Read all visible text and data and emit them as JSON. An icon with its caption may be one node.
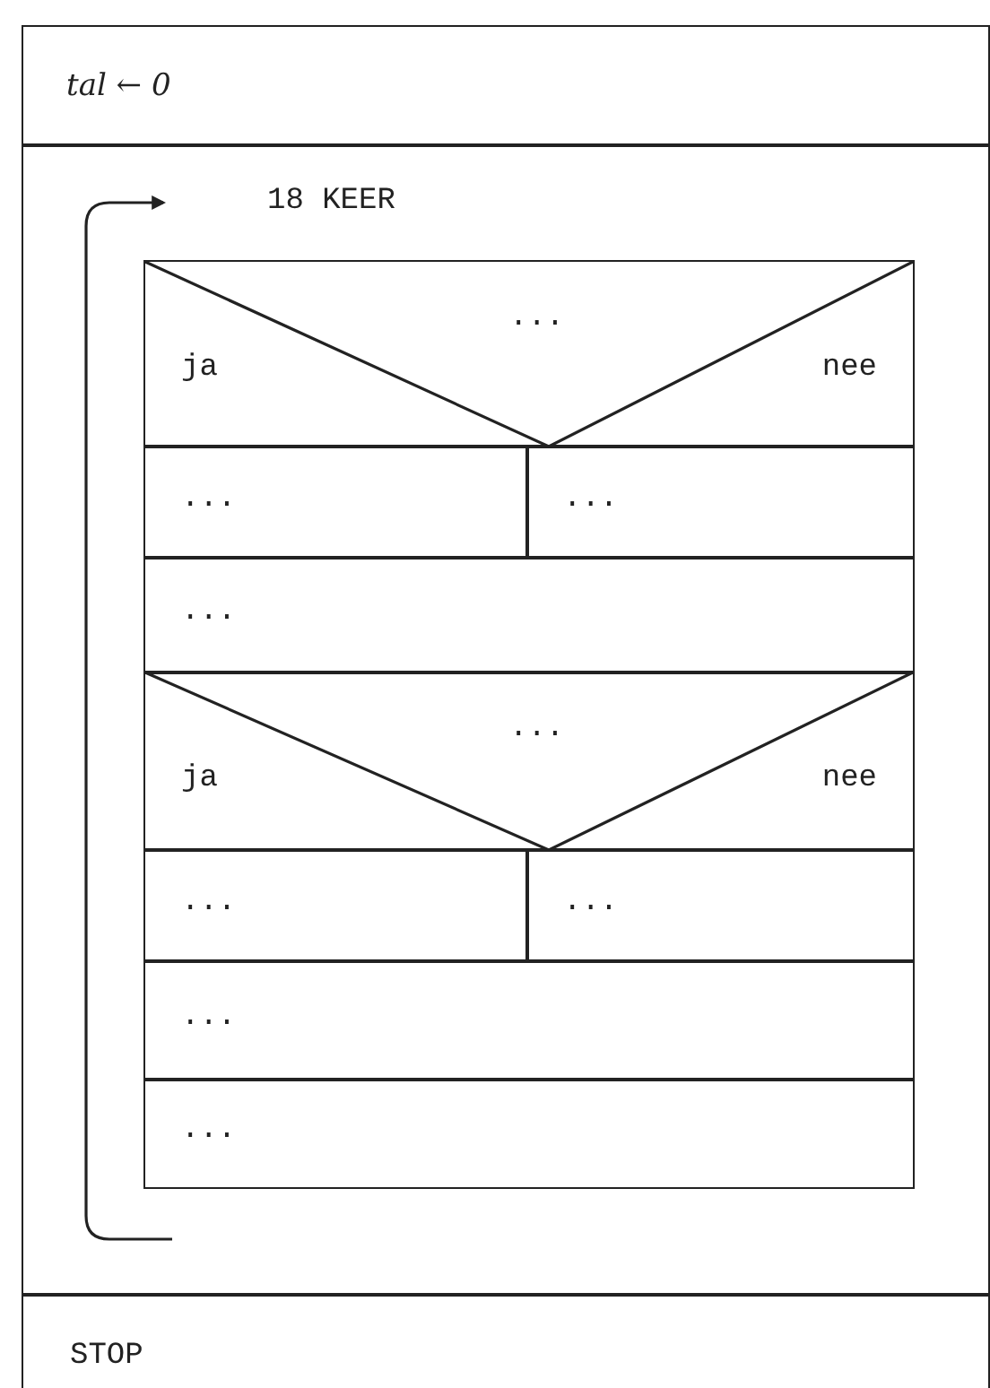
{
  "diagram": {
    "nodes": [
      {
        "text": [
          "tal ← 0"
        ]
      },
      {
        "text": [
          "18 KEER"
        ]
      },
      {
        "text": [
          "...",
          "ja",
          "nee"
        ],
        "in": 1
      },
      {
        "text": [
          "..."
        ],
        "in": 1
      },
      {
        "text": [
          "..."
        ],
        "in": 1
      },
      {
        "text": [
          "..."
        ],
        "in": 1
      },
      {
        "text": [
          "...",
          "ja",
          "nee"
        ],
        "in": 1
      },
      {
        "text": [
          "..."
        ],
        "in": 1
      },
      {
        "text": [
          "..."
        ],
        "in": 1
      },
      {
        "text": [
          "..."
        ],
        "in": 1
      },
      {
        "text": [
          "..."
        ],
        "in": 1
      },
      {
        "text": [
          "STOP"
        ]
      }
    ]
  }
}
